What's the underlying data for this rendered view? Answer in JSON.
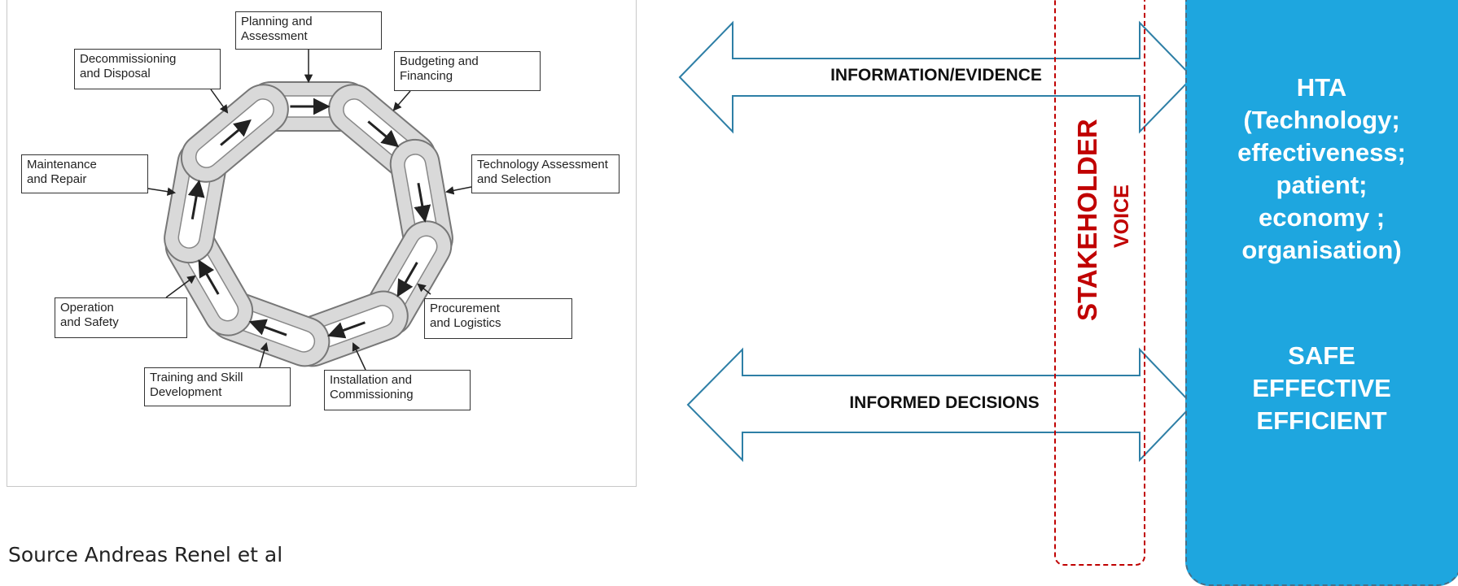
{
  "lifecycle": {
    "stages": [
      {
        "id": "planning",
        "lines": [
          "Planning and",
          "Assessment"
        ]
      },
      {
        "id": "budgeting",
        "lines": [
          "Budgeting and",
          "Financing"
        ]
      },
      {
        "id": "technology",
        "lines": [
          "Technology Assessment",
          "and Selection"
        ]
      },
      {
        "id": "procurement",
        "lines": [
          "Procurement",
          "and Logistics"
        ]
      },
      {
        "id": "installation",
        "lines": [
          "Installation and",
          "Commissioning"
        ]
      },
      {
        "id": "training",
        "lines": [
          "Training and Skill",
          "Development"
        ]
      },
      {
        "id": "operation",
        "lines": [
          "Operation",
          "and Safety"
        ]
      },
      {
        "id": "maintenance",
        "lines": [
          "Maintenance",
          "and Repair"
        ]
      },
      {
        "id": "decommissioning",
        "lines": [
          "Decommissioning",
          "and Disposal"
        ]
      }
    ]
  },
  "arrows": {
    "top_label": "INFORMATION/EVIDENCE",
    "bottom_label": "INFORMED DECISIONS"
  },
  "stakeholder": {
    "line1": "STAKEHOLDER",
    "line2": "VOICE"
  },
  "hta": {
    "block1": [
      "HTA",
      "(Technology;",
      "effectiveness;",
      "patient;",
      "economy ;",
      "organisation)"
    ],
    "block2": [
      "SAFE",
      "EFFECTIVE",
      "EFFICIENT"
    ]
  },
  "source": "Source Andreas Renel et al",
  "colors": {
    "hta_blue": "#1ea6df",
    "stakeholder_red": "#c00000",
    "arrow_outline": "#2e7fa6"
  }
}
